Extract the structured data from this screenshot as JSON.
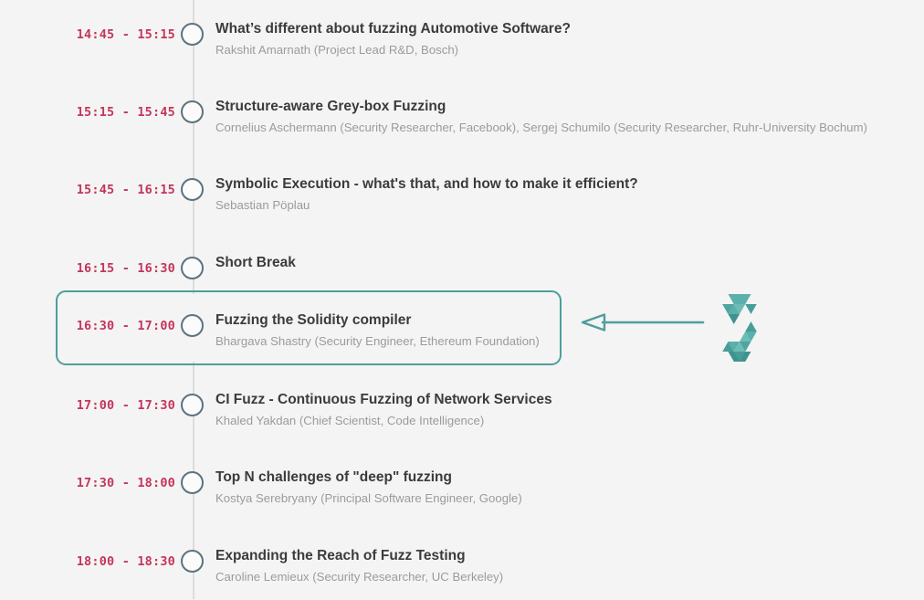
{
  "theme": {
    "background": "#f4f4f4",
    "time_color": "#c4355c",
    "title_color": "#3b3b3b",
    "speaker_color": "#9b9b9b",
    "marker_border": "#5c7280",
    "spine_color": "#dcdcdc",
    "accent_teal": "#4e9e9c"
  },
  "schedule": {
    "rows": [
      {
        "time": "14:45 - 15:15",
        "title": "What’s different about fuzzing Automotive Software?",
        "speakers": "Rakshit Amarnath (Project Lead R&D, Bosch)",
        "highlighted": false
      },
      {
        "time": "15:15 - 15:45",
        "title": "Structure-aware Grey-box Fuzzing",
        "speakers": "Cornelius Aschermann (Security Researcher, Facebook), Sergej Schumilo (Security Researcher, Ruhr-University Bochum)",
        "highlighted": false
      },
      {
        "time": "15:45 - 16:15",
        "title": "Symbolic Execution - what's that, and how to make it efficient?",
        "speakers": "Sebastian Pöplau",
        "highlighted": false
      },
      {
        "time": "16:15 - 16:30",
        "title": "Short Break",
        "speakers": "",
        "highlighted": false
      },
      {
        "time": "16:30 - 17:00",
        "title": "Fuzzing the Solidity compiler",
        "speakers": "Bhargava Shastry (Security Engineer, Ethereum Foundation)",
        "highlighted": true
      },
      {
        "time": "17:00 - 17:30",
        "title": "CI Fuzz - Continuous Fuzzing of Network Services",
        "speakers": "Khaled Yakdan (Chief Scientist, Code Intelligence)",
        "highlighted": false
      },
      {
        "time": "17:30 - 18:00",
        "title": "Top N challenges of \"deep\" fuzzing",
        "speakers": "Kostya Serebryany (Principal Software Engineer, Google)",
        "highlighted": false
      },
      {
        "time": "18:00 - 18:30",
        "title": "Expanding the Reach of Fuzz Testing",
        "speakers": "Caroline Lemieux (Security Researcher, UC Berkeley)",
        "highlighted": false
      }
    ]
  },
  "annotation": {
    "arrow_icon": "arrow-left-icon",
    "arrow_direction": "left",
    "logo_icon": "solidity-logo-icon",
    "logo_name": "Solidity"
  }
}
